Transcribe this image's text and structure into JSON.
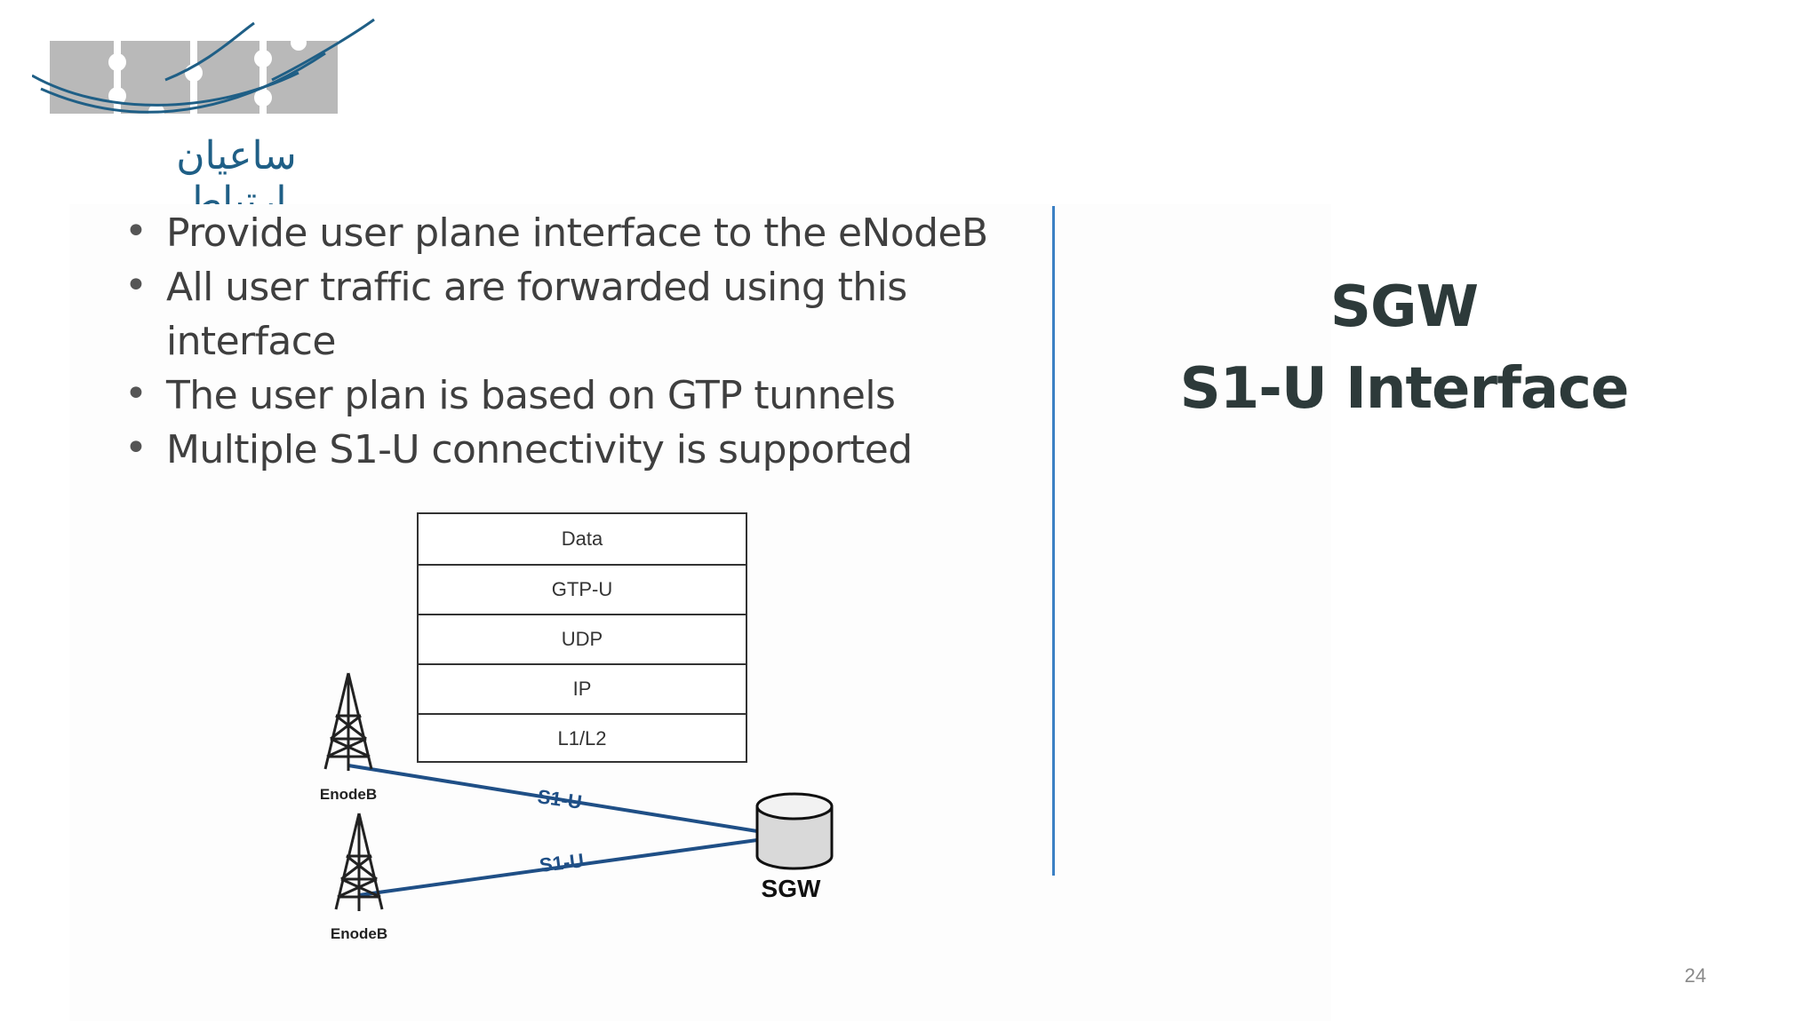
{
  "logo": {
    "text": "ساعیان ارتباط"
  },
  "bullets": [
    "Provide user plane interface to the eNodeB",
    "All user traffic are forwarded using this interface",
    "The user plan is based on GTP tunnels",
    "Multiple S1-U connectivity is supported"
  ],
  "title": {
    "line1": "SGW",
    "line2": "S1-U Interface"
  },
  "diagram": {
    "stack": [
      "Data",
      "GTP-U",
      "UDP",
      "IP",
      "L1/L2"
    ],
    "links": [
      "S1-U",
      "S1-U"
    ],
    "nodes": {
      "enodeb_top": "EnodeB",
      "enodeb_bottom": "EnodeB",
      "sgw": "SGW"
    }
  },
  "page_number": "24",
  "colors": {
    "divider": "#3b80c4",
    "link": "#1f4f86",
    "title": "#2d3a3a",
    "logo_text": "#1f5f86"
  }
}
